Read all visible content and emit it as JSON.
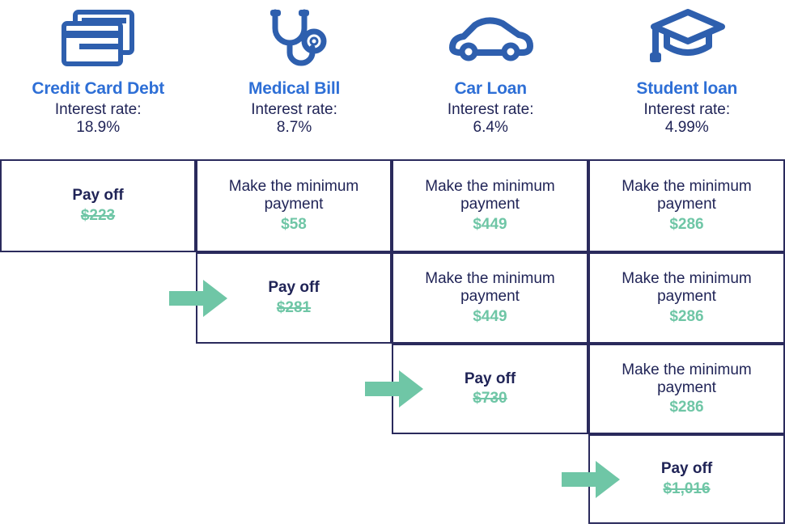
{
  "theme": {
    "title_blue": "#2E6FD6",
    "navy": "#1F2356",
    "border_navy": "#2A2A5C",
    "green": "#6FC6A6"
  },
  "debts": [
    {
      "name": "Credit Card Debt",
      "icon": "credit-card-icon",
      "rate_label": "Interest rate:",
      "rate": "18.9%"
    },
    {
      "name": "Medical Bill",
      "icon": "stethoscope-icon",
      "rate_label": "Interest rate:",
      "rate": "8.7%"
    },
    {
      "name": "Car Loan",
      "icon": "car-icon",
      "rate_label": "Interest rate:",
      "rate": "6.4%"
    },
    {
      "name": "Student loan",
      "icon": "graduation-cap-icon",
      "rate_label": "Interest rate:",
      "rate": "4.99%"
    }
  ],
  "labels": {
    "payoff": "Pay off",
    "minimum_line1": "Make the minimum",
    "minimum_line2": "payment"
  },
  "rows": [
    {
      "step": 1,
      "cells": [
        {
          "column": 0,
          "action": "payoff",
          "amount": "$223",
          "struck": true
        },
        {
          "column": 1,
          "action": "minimum",
          "amount": "$58",
          "struck": false
        },
        {
          "column": 2,
          "action": "minimum",
          "amount": "$449",
          "struck": false
        },
        {
          "column": 3,
          "action": "minimum",
          "amount": "$286",
          "struck": false
        }
      ],
      "arrow": false
    },
    {
      "step": 2,
      "cells": [
        {
          "column": 1,
          "action": "payoff",
          "amount": "$281",
          "struck": true
        },
        {
          "column": 2,
          "action": "minimum",
          "amount": "$449",
          "struck": false
        },
        {
          "column": 3,
          "action": "minimum",
          "amount": "$286",
          "struck": false
        }
      ],
      "arrow": true
    },
    {
      "step": 3,
      "cells": [
        {
          "column": 2,
          "action": "payoff",
          "amount": "$730",
          "struck": true
        },
        {
          "column": 3,
          "action": "minimum",
          "amount": "$286",
          "struck": false
        }
      ],
      "arrow": true
    },
    {
      "step": 4,
      "cells": [
        {
          "column": 3,
          "action": "payoff",
          "amount": "$1,016",
          "struck": true
        }
      ],
      "arrow": true
    }
  ]
}
